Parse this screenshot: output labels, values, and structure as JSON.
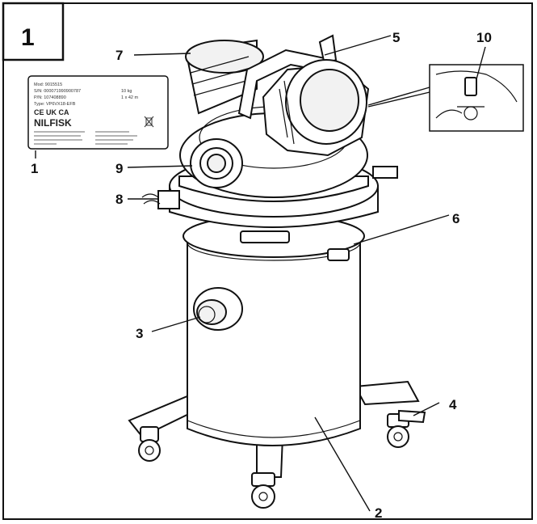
{
  "figure": {
    "number": "1"
  },
  "callouts": [
    "1",
    "2",
    "3",
    "4",
    "5",
    "6",
    "7",
    "8",
    "9",
    "10"
  ],
  "rating_plate": {
    "brand": "NILFISK",
    "marks": "CE UK CA",
    "lines_left": [
      "Mod: 9015515",
      "S/N: 000071990900787",
      "P/N: 107408890",
      "Type: VP6VX18-EFB"
    ],
    "lines_right": [
      "10 kg",
      "1 x 42 m"
    ]
  }
}
